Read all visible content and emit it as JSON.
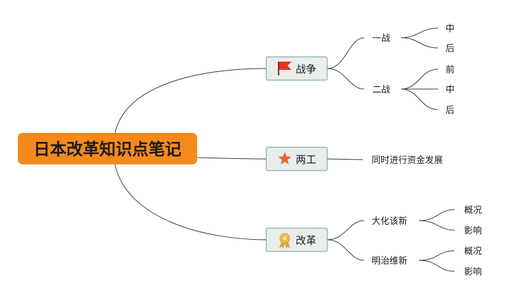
{
  "root": {
    "label": "日本改革知识点笔记",
    "color": "#f48a1e"
  },
  "branches": [
    {
      "label": "战争",
      "icon": "red-flag-icon",
      "icon_color": "#e8321f",
      "children": [
        {
          "label": "一战",
          "children": [
            "中",
            "后"
          ]
        },
        {
          "label": "二战",
          "children": [
            "前",
            "中",
            "后"
          ]
        }
      ]
    },
    {
      "label": "两工",
      "icon": "star-icon",
      "icon_color": "#e06c2a",
      "children": [
        {
          "label": "同时进行资金发展",
          "children": []
        }
      ]
    },
    {
      "label": "改革",
      "icon": "award-medal-icon",
      "icon_color": "#e8b83a",
      "children": [
        {
          "label": "大化该新",
          "children": [
            "概况",
            "影响"
          ]
        },
        {
          "label": "明治维新",
          "children": [
            "概况",
            "影响"
          ]
        }
      ]
    }
  ]
}
